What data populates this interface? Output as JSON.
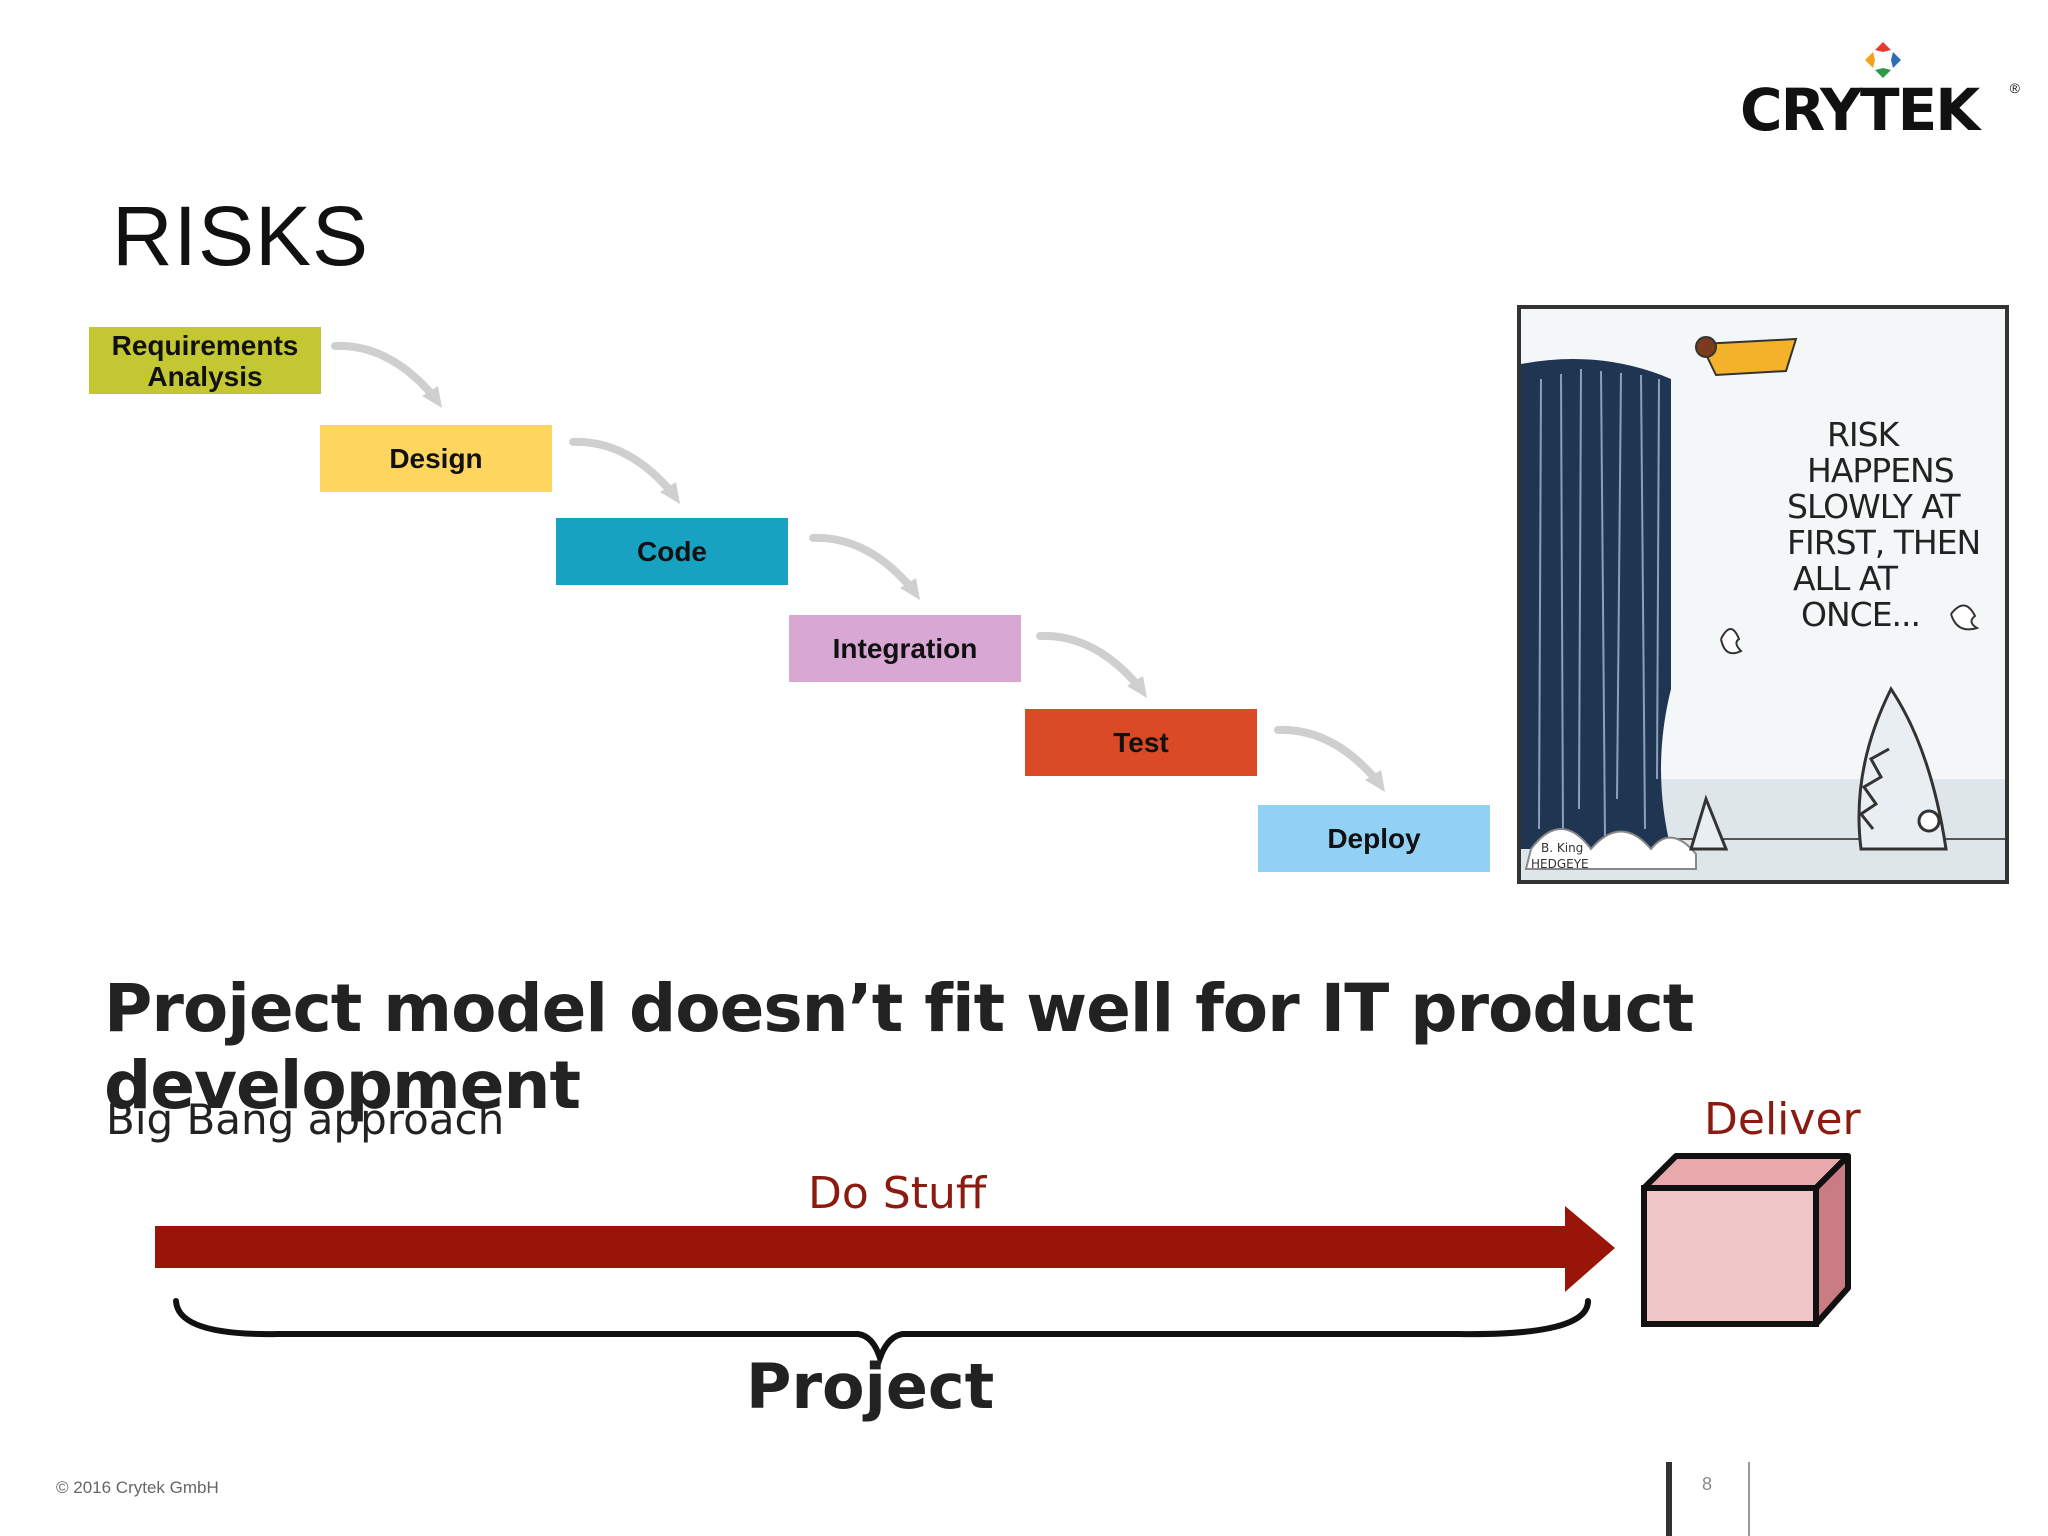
{
  "slide": {
    "title": "RISKS"
  },
  "logo": {
    "text": "CRYTEK",
    "reg": "®"
  },
  "waterfall": {
    "steps": [
      {
        "label_line1": "Requirements",
        "label_line2": "Analysis",
        "color": "#c3c832"
      },
      {
        "label": "Design",
        "color": "#fdd55f"
      },
      {
        "label": "Code",
        "color": "#17a2c2"
      },
      {
        "label": "Integration",
        "color": "#d8a7d3"
      },
      {
        "label": "Test",
        "color": "#da4a27"
      },
      {
        "label": "Deploy",
        "color": "#92d1f4"
      }
    ]
  },
  "cartoon": {
    "caption_lines": [
      "RISK",
      "HAPPENS",
      "SLOWLY AT",
      "FIRST, THEN",
      "ALL AT",
      "ONCE..."
    ],
    "signature": "B. King",
    "credit": "HEDGEYE"
  },
  "bigbang": {
    "title": "Project model doesn’t fit well for IT product development",
    "approach": "Big Bang approach",
    "do_stuff": "Do Stuff",
    "deliver": "Deliver",
    "project": "Project",
    "arrow_color": "#981508"
  },
  "footer": {
    "copyright": "© 2016 Crytek GmbH",
    "page_number": "8"
  }
}
